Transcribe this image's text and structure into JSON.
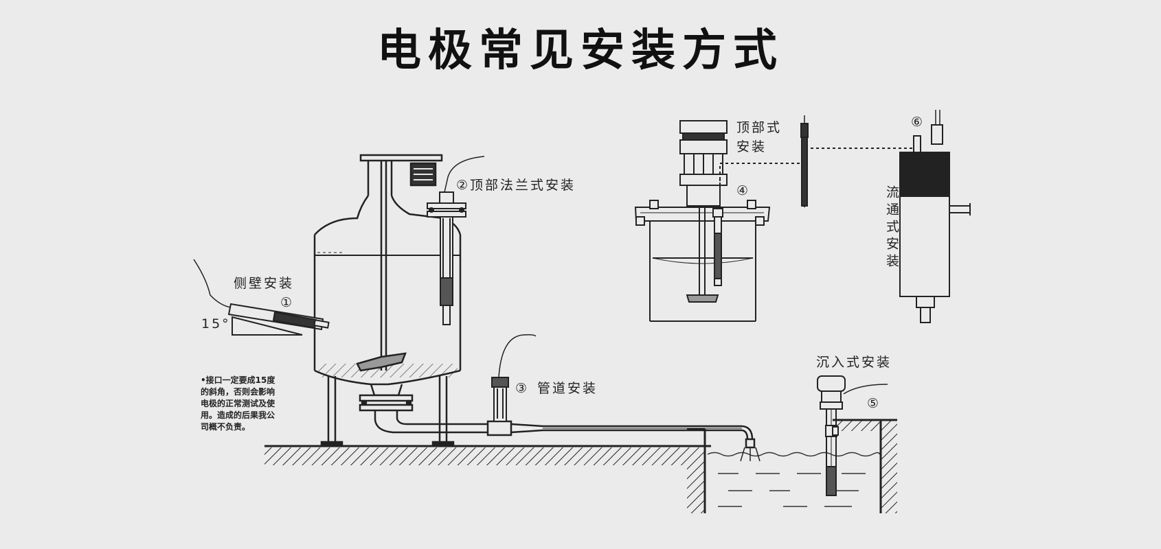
{
  "title": "电极常见安装方式",
  "labels": {
    "side_wall": "侧壁安装",
    "angle": "15°",
    "num1": "①",
    "top_flange": "②顶部法兰式安装",
    "pipe_num": "③",
    "pipe": "管道安装",
    "top_line1": "顶部式",
    "top_line2": "安装",
    "num4": "④",
    "num6": "⑥",
    "flow": "流通式安装",
    "immersion": "沉入式安装",
    "num5": "⑤"
  },
  "note": {
    "lines": [
      "•接口一定要成15度",
      "的斜角，否则会影响",
      "电极的正常测试及使",
      "用。造成的后果我公",
      "司概不负责。"
    ]
  }
}
